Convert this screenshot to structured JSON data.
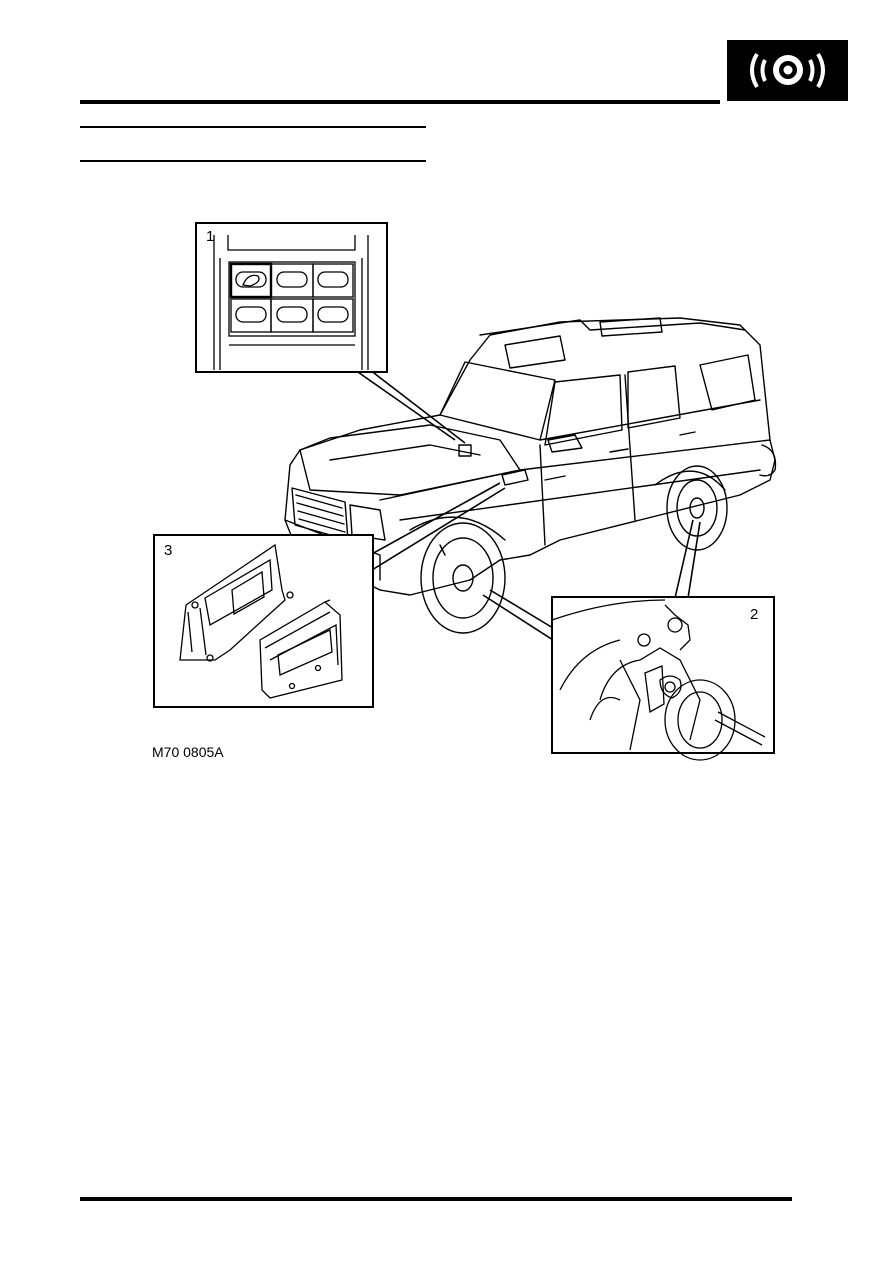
{
  "header": {
    "logo_icon": "brake-disc-icon"
  },
  "figure": {
    "callouts": [
      "1",
      "2",
      "3"
    ],
    "code": "M70 0805A"
  }
}
